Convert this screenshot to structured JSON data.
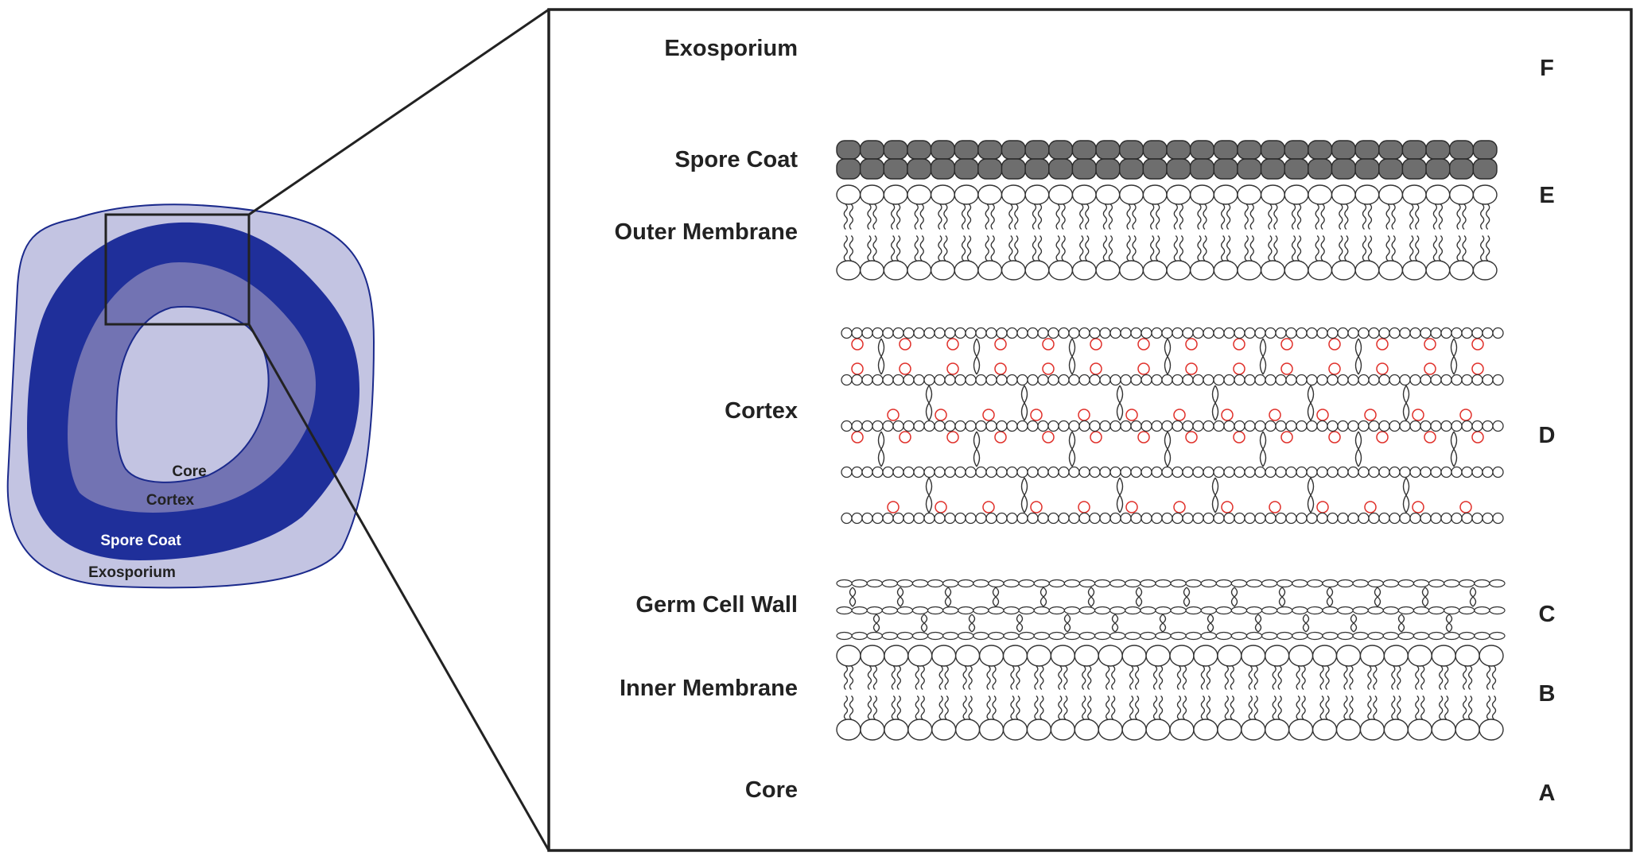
{
  "spore_overview": {
    "labels": {
      "core": "Core",
      "cortex": "Cortex",
      "spore_coat": "Spore Coat",
      "exosporium": "Exosporium"
    },
    "colors": {
      "exosporium": "#c3c4e2",
      "spore_coat": "#1f2f9a",
      "cortex": "#7273b3",
      "core": "#c3c4e2",
      "outline": "#1b2a8c",
      "core_label": "#222222",
      "cortex_label": "#222222",
      "spore_coat_label": "#ffffff",
      "exosporium_label": "#222222"
    }
  },
  "detail_panel": {
    "layers": [
      {
        "name": "Exosporium",
        "letter": "F"
      },
      {
        "name": "Spore Coat",
        "letter": ""
      },
      {
        "name": "Outer Membrane",
        "letter": "E"
      },
      {
        "name": "Cortex",
        "letter": "D"
      },
      {
        "name": "Germ Cell Wall",
        "letter": "C"
      },
      {
        "name": "Inner Membrane",
        "letter": "B"
      },
      {
        "name": "Core",
        "letter": "A"
      }
    ],
    "colors": {
      "spore_coat_fill": "#6e6e6e",
      "muramic_lactam": "#e0302a",
      "line": "#333333",
      "frame": "#222222"
    }
  }
}
